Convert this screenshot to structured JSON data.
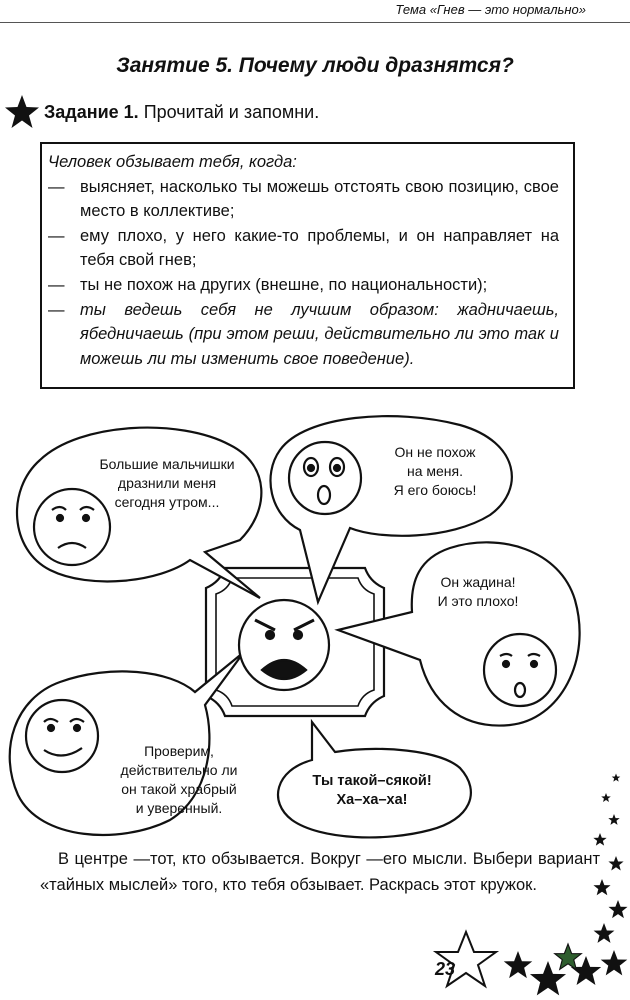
{
  "header": {
    "theme": "Тема «Гнев — это нормально»"
  },
  "lesson_title": "Занятие 5. Почему люди дразнятся?",
  "task": {
    "label": "Задание 1.",
    "text": " Прочитай и запомни."
  },
  "box": {
    "intro": "Человек обзывает тебя, когда:",
    "items": [
      "выясняет, насколько ты можешь отстоять свою позицию, свое место в коллективе;",
      "ему плохо, у него какие-то проблемы, и он направляет на тебя свой гнев;",
      "ты не похож на других (внешне, по национальности);",
      "ты ведешь себя не лучшим образом: жадничаешь, ябедничаешь (при этом реши, действительно ли это так и можешь ли ты изменить свое поведение)."
    ],
    "dash": "—"
  },
  "bubbles": {
    "top_left": [
      "Большие мальчишки",
      "дразнили меня",
      "сегодня утром..."
    ],
    "top_right": [
      "Он не похож",
      "на меня.",
      "Я его боюсь!"
    ],
    "right": [
      "Он жадина!",
      "И это плохо!"
    ],
    "bottom_left": [
      "Проверим,",
      "действительно ли",
      "он такой храбрый",
      "и уверенный."
    ],
    "bottom_center": [
      "Ты такой–сякой!",
      "Ха–ха–ха!"
    ]
  },
  "bottom_text": "В центре —тот, кто обзывается. Вокруг —его мысли. Выбери вариант «тайных мыслей» того, кто тебя обзывает. Раскрась этот кружок.",
  "page_number": "23",
  "icons": {
    "task": "star-icon",
    "decor": "star-icon"
  },
  "colors": {
    "ink": "#111111",
    "accent_star": "#2e5d2e"
  }
}
